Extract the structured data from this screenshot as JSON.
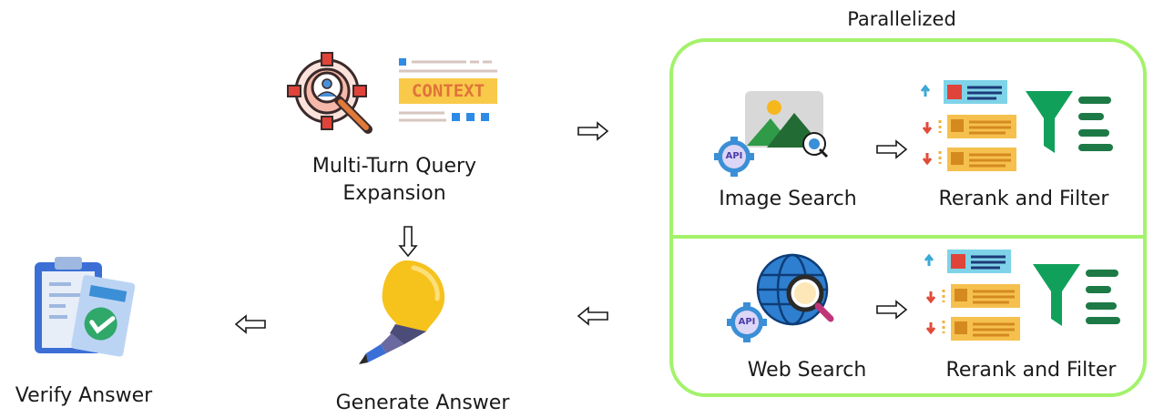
{
  "parallel_label": "Parallelized",
  "steps": {
    "query_expansion": {
      "label": "Multi-Turn Query Expansion",
      "line1": "Multi-Turn Query",
      "line2": "Expansion",
      "context_tag": "CONTEXT"
    },
    "image_search": {
      "label": "Image Search",
      "badge": "API"
    },
    "image_rerank": {
      "label": "Rerank and Filter"
    },
    "web_search": {
      "label": "Web Search",
      "badge": "API"
    },
    "web_rerank": {
      "label": "Rerank and Filter"
    },
    "generate": {
      "label": "Generate Answer"
    },
    "verify": {
      "label": "Verify Answer"
    }
  },
  "colors": {
    "panel_border": "#a3f26b",
    "funnel": "#11a05a",
    "funnel_bars": "#1d7a46",
    "arrow_up": "#3aa8d6",
    "arrow_down": "#e04b3a",
    "card_top": "#7fd3e8",
    "card_other": "#f6c04e",
    "bulb": "#f6c21c"
  }
}
